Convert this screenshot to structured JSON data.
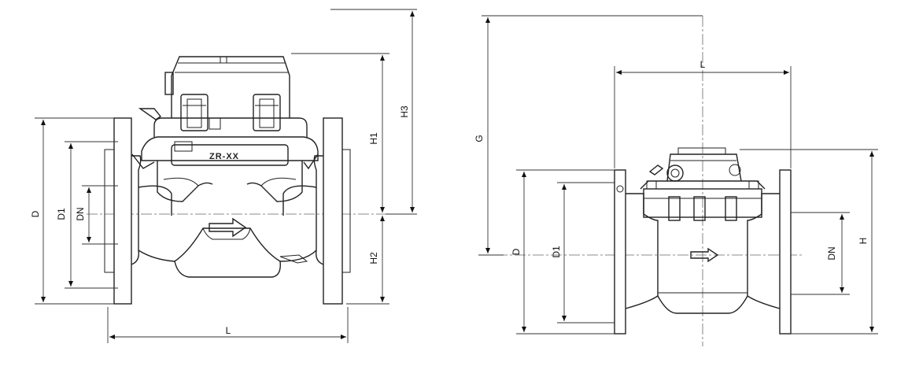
{
  "left_drawing": {
    "model_tag": "ZR-XX",
    "labels": {
      "D": "D",
      "D1": "D1",
      "DN": "DN",
      "L": "L",
      "H1": "H1",
      "H2": "H2",
      "H3": "H3"
    }
  },
  "right_drawing": {
    "labels": {
      "G": "G",
      "L": "L",
      "D": "D",
      "D1": "D1",
      "DN": "DN",
      "H": "H"
    }
  },
  "colors": {
    "line": "#222222",
    "background": "#ffffff"
  }
}
